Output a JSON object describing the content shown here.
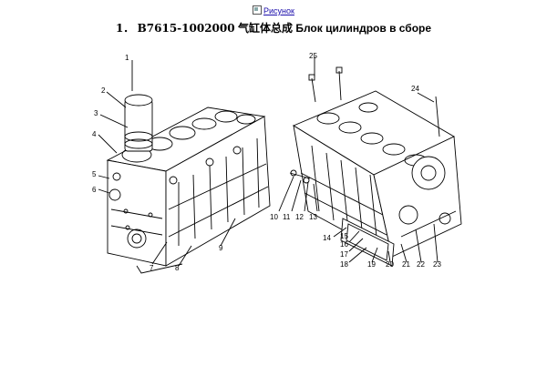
{
  "header": {
    "link_label": "Рисунок",
    "image_icon": "image-icon"
  },
  "title": {
    "number": "1．",
    "code": "B7615-1002000",
    "chinese": "气缸体总成",
    "russian": "Блок цилиндров в сборе"
  },
  "callouts": [
    "1",
    "2",
    "3",
    "4",
    "5",
    "6",
    "7",
    "8",
    "9",
    "10",
    "11",
    "12",
    "13",
    "14",
    "15",
    "16",
    "17",
    "18",
    "19",
    "20",
    "21",
    "22",
    "23",
    "24",
    "25"
  ]
}
